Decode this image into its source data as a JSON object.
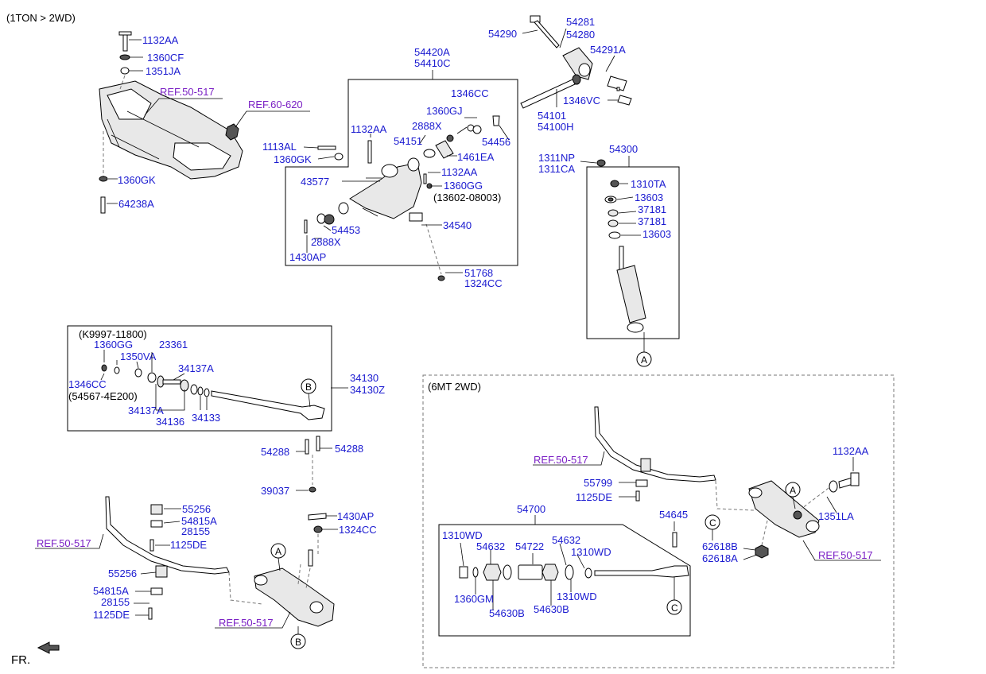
{
  "diagram": {
    "section_title": "(1TON > 2WD)",
    "front_label": "FR.",
    "groups": {
      "upper_arm_box": "54420A\n54410C",
      "stabilizer_box_note": "(K9997-11800)",
      "stabilizer_box_note2": "(54567-4E200)",
      "variant_6mt": "(6MT 2WD)",
      "shock_box_top": "54300",
      "bushing_box_top": "54700"
    },
    "labels": {
      "l1132aa_a": "1132AA",
      "l1360cf": "1360CF",
      "l1351ja": "1351JA",
      "ref50517_a": "REF.50-517",
      "ref60620": "REF.60-620",
      "l1113al": "1113AL",
      "l1360gk_a": "1360GK",
      "l1360gk_b": "1360GK",
      "l64238a": "64238A",
      "l54420a": "54420A",
      "l54410c": "54410C",
      "l1346cc_a": "1346CC",
      "l1360gj": "1360GJ",
      "l2888x_a": "2888X",
      "l1132aa_b": "1132AA",
      "l54151": "54151",
      "l54456": "54456",
      "l1461ea": "1461EA",
      "l1132aa_c": "1132AA",
      "l1360gg_a": "1360GG",
      "l13602": "(13602-08003)",
      "l43577": "43577",
      "l34540": "34540",
      "l54453": "54453",
      "l2888x_b": "2888X",
      "l1430ap_a": "1430AP",
      "l51768": "51768",
      "l1324cc_a": "1324CC",
      "l54290": "54290",
      "l54281": "54281",
      "l54280": "54280",
      "l54291a": "54291A",
      "l1346vc": "1346VC",
      "l54101": "54101",
      "l54100h": "54100H",
      "l54300": "54300",
      "l1311np": "1311NP",
      "l1311ca": "1311CA",
      "l1310ta": "1310TA",
      "l13603_a": "13603",
      "l37181_a": "37181",
      "l37181_b": "37181",
      "l13603_b": "13603",
      "l1360gg_b": "1360GG",
      "l1350va": "1350VA",
      "l23361": "23361",
      "l34137a_a": "34137A",
      "l1346cc_b": "1346CC",
      "l34137a_b": "34137A",
      "l34136": "34136",
      "l34133": "34133",
      "l34130": "34130",
      "l34130z": "34130Z",
      "l54288_a": "54288",
      "l54288_b": "54288",
      "l39037": "39037",
      "l55256_a": "55256",
      "l54815a_a": "54815A",
      "l28155_a": "28155",
      "l1125de_a": "1125DE",
      "ref50517_b": "REF.50-517",
      "l55256_b": "55256",
      "l54815a_b": "54815A",
      "l28155_b": "28155",
      "l1125de_b": "1125DE",
      "l1430ap_b": "1430AP",
      "l1324cc_b": "1324CC",
      "ref50517_c": "REF.50-517",
      "ref50517_d": "REF.50-517",
      "l55799": "55799",
      "l1125de_c": "1125DE",
      "l1132aa_d": "1132AA",
      "l1351la": "1351LA",
      "l62618b": "62618B",
      "l62618a": "62618A",
      "ref50517_e": "REF.50-517",
      "l54645": "54645",
      "l54700": "54700",
      "l1310wd_a": "1310WD",
      "l54632_a": "54632",
      "l54722": "54722",
      "l54632_b": "54632",
      "l1310wd_b": "1310WD",
      "l1360gm": "1360GM",
      "l54630b_a": "54630B",
      "l54630b_b": "54630B",
      "l1310wd_c": "1310WD"
    },
    "callouts": {
      "a": "A",
      "b": "B",
      "c": "C"
    }
  }
}
